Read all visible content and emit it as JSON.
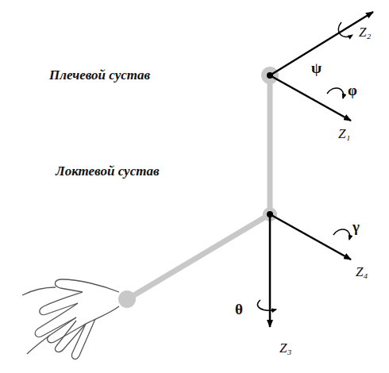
{
  "diagram": {
    "labels": [
      "Плечевой сустав",
      "Локтевой сустав",
      "Z₂",
      "ψ",
      "φ",
      "Z₁",
      "γ",
      "Z₄",
      "θ",
      "Z₃"
    ]
  }
}
